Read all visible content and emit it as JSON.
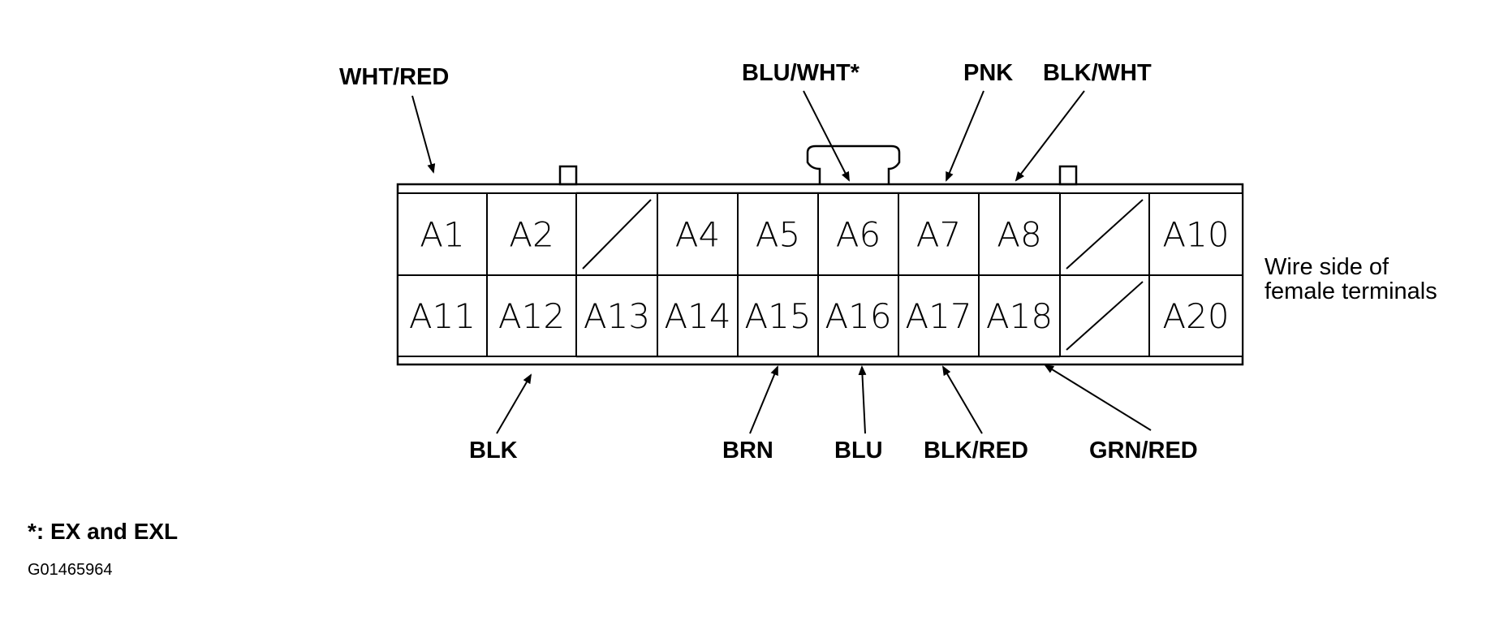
{
  "connector": {
    "pins": [
      {
        "id": "A1",
        "row": 0,
        "col": 0
      },
      {
        "id": "A2",
        "row": 0,
        "col": 1
      },
      {
        "id": "",
        "row": 0,
        "col": 2,
        "empty": true
      },
      {
        "id": "A4",
        "row": 0,
        "col": 3
      },
      {
        "id": "A5",
        "row": 0,
        "col": 4
      },
      {
        "id": "A6",
        "row": 0,
        "col": 5
      },
      {
        "id": "A7",
        "row": 0,
        "col": 6
      },
      {
        "id": "A8",
        "row": 0,
        "col": 7
      },
      {
        "id": "",
        "row": 0,
        "col": 8,
        "empty": true
      },
      {
        "id": "A10",
        "row": 0,
        "col": 9
      },
      {
        "id": "A11",
        "row": 1,
        "col": 0
      },
      {
        "id": "A12",
        "row": 1,
        "col": 1
      },
      {
        "id": "A13",
        "row": 1,
        "col": 2
      },
      {
        "id": "A14",
        "row": 1,
        "col": 3
      },
      {
        "id": "A15",
        "row": 1,
        "col": 4
      },
      {
        "id": "A16",
        "row": 1,
        "col": 5
      },
      {
        "id": "A17",
        "row": 1,
        "col": 6
      },
      {
        "id": "A18",
        "row": 1,
        "col": 7
      },
      {
        "id": "",
        "row": 1,
        "col": 8,
        "empty": true
      },
      {
        "id": "A20",
        "row": 1,
        "col": 9
      }
    ],
    "side_note": {
      "line1": "Wire side of",
      "line2": "female terminals"
    }
  },
  "wires": {
    "top": [
      {
        "pin": "A1",
        "color": "WHT/RED"
      },
      {
        "pin": "A6",
        "color": "BLU/WHT*"
      },
      {
        "pin": "A7",
        "color": "PNK"
      },
      {
        "pin": "A8",
        "color": "BLK/WHT"
      }
    ],
    "bottom": [
      {
        "pin": "A12",
        "color": "BLK"
      },
      {
        "pin": "A15",
        "color": "BRN"
      },
      {
        "pin": "A16",
        "color": "BLU"
      },
      {
        "pin": "A17",
        "color": "BLK/RED"
      },
      {
        "pin": "A18",
        "color": "GRN/RED"
      }
    ]
  },
  "footnote": "*: EX and EXL",
  "figure_code": "G01465964"
}
